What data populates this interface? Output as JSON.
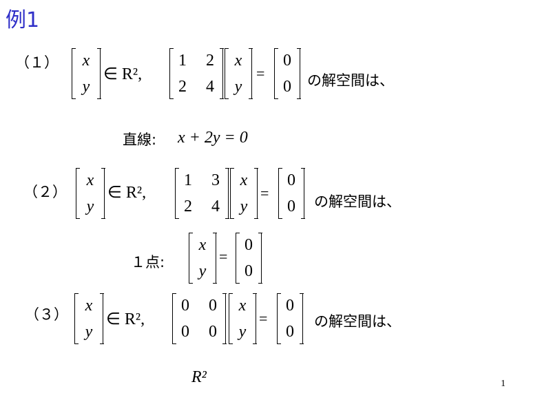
{
  "title": "例1",
  "examples": [
    {
      "label": "（１）",
      "vector": [
        "x",
        "y"
      ],
      "member": "∈ R², ",
      "matrix": [
        [
          "1",
          "2"
        ],
        [
          "2",
          "4"
        ]
      ],
      "unknowns": [
        "x",
        "y"
      ],
      "equals": "=",
      "rhs": [
        "0",
        "0"
      ],
      "phrase": "の解空間は、",
      "answer_label": "直線:",
      "answer_expr": "x + 2y = 0"
    },
    {
      "label": "（２）",
      "vector": [
        "x",
        "y"
      ],
      "member": "∈ R², ",
      "matrix": [
        [
          "1",
          "3"
        ],
        [
          "2",
          "4"
        ]
      ],
      "unknowns": [
        "x",
        "y"
      ],
      "equals": "=",
      "rhs": [
        "0",
        "0"
      ],
      "phrase": "の解空間は、",
      "answer_label": "１点:",
      "answer_vector": [
        "x",
        "y"
      ],
      "answer_equals": "=",
      "answer_rhs": [
        "0",
        "0"
      ]
    },
    {
      "label": "（３）",
      "vector": [
        "x",
        "y"
      ],
      "member": "∈ R², ",
      "matrix": [
        [
          "0",
          "0"
        ],
        [
          "0",
          "0"
        ]
      ],
      "unknowns": [
        "x",
        "y"
      ],
      "equals": "=",
      "rhs": [
        "0",
        "0"
      ],
      "phrase": "の解空間は、",
      "answer_expr": "R²"
    }
  ],
  "page_number": "1"
}
